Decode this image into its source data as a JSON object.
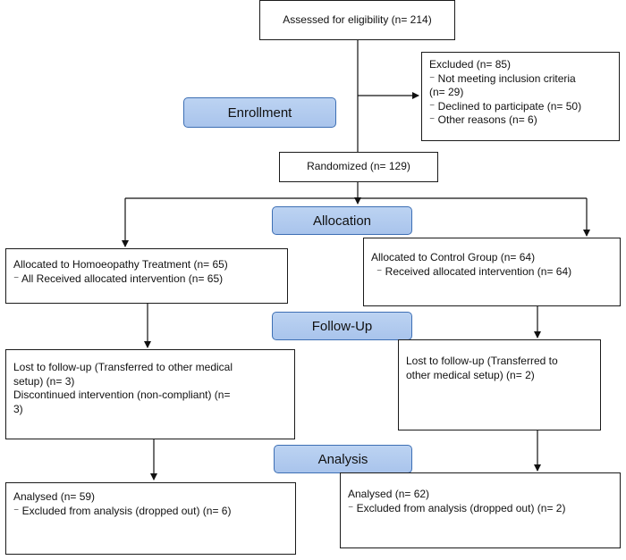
{
  "stages": {
    "enrollment": "Enrollment",
    "allocation": "Allocation",
    "followup": "Follow-Up",
    "analysis": "Analysis"
  },
  "assessed": "Assessed for eligibility (n= 214)",
  "excluded": {
    "title": "Excluded (n= 85)",
    "lines": [
      "⁻  Not meeting inclusion criteria",
      "(n= 29)",
      "⁻  Declined to participate (n= 50)",
      "⁻    Other reasons (n= 6)"
    ]
  },
  "randomized": "Randomized (n= 129)",
  "homoeopathy": {
    "allocated": "Allocated to Homoeopathy Treatment (n= 65)",
    "received": "⁻ All Received allocated intervention (n= 65)",
    "lost_lines": [
      "Lost to follow-up (Transferred  to other medical",
      "setup) (n= 3)",
      "Discontinued intervention (non-compliant)  (n=",
      "3)"
    ],
    "analysed": "Analysed (n= 59)",
    "excluded_analysis": "⁻  Excluded from analysis (dropped out) (n= 6)"
  },
  "control": {
    "allocated": "Allocated to Control Group (n= 64)",
    "received": "⁻  Received  allocated  intervention  (n= 64)",
    "lost_lines": [
      "Lost to follow-up  (Transferred  to",
      "other medical setup) (n= 2)"
    ],
    "analysed": "Analysed (n= 62)",
    "excluded_analysis": "⁻  Excluded from analysis (dropped out)  (n= 2)"
  }
}
